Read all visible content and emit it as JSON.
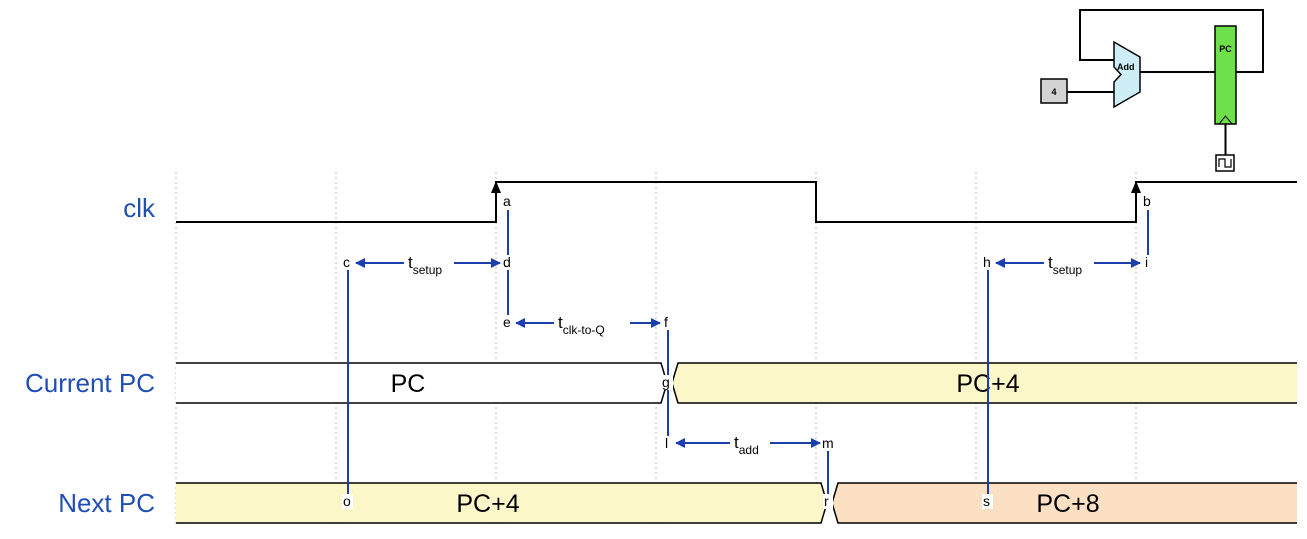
{
  "signals": {
    "clk": "clk",
    "current_pc": "Current PC",
    "next_pc": "Next PC"
  },
  "buses": {
    "current_pc_before": "PC",
    "current_pc_after": "PC+4",
    "next_pc_before": "PC+4",
    "next_pc_after": "PC+8"
  },
  "timings": {
    "setup_1": {
      "main": "t",
      "sub": "setup"
    },
    "clk_to_q": {
      "main": "t",
      "sub": "clk-to-Q"
    },
    "add": {
      "main": "t",
      "sub": "add"
    },
    "setup_2": {
      "main": "t",
      "sub": "setup"
    }
  },
  "points": {
    "a": "a",
    "b": "b",
    "c": "c",
    "d": "d",
    "e": "e",
    "f": "f",
    "g": "g",
    "h": "h",
    "i": "i",
    "l": "l",
    "m": "m",
    "o": "o",
    "r": "r",
    "s": "s"
  },
  "circuit": {
    "const_value": "4",
    "adder_label": "Add",
    "register_label": "PC"
  },
  "colors": {
    "label_blue": "#1f4fb4",
    "arrow_blue": "#1c3fb0",
    "bus_yellow": "#fbf7c8",
    "bus_orange": "#fbe0c4",
    "adder_fill": "#cdeef6",
    "register_fill": "#6ee04a",
    "const_fill": "#d3d3d3"
  }
}
